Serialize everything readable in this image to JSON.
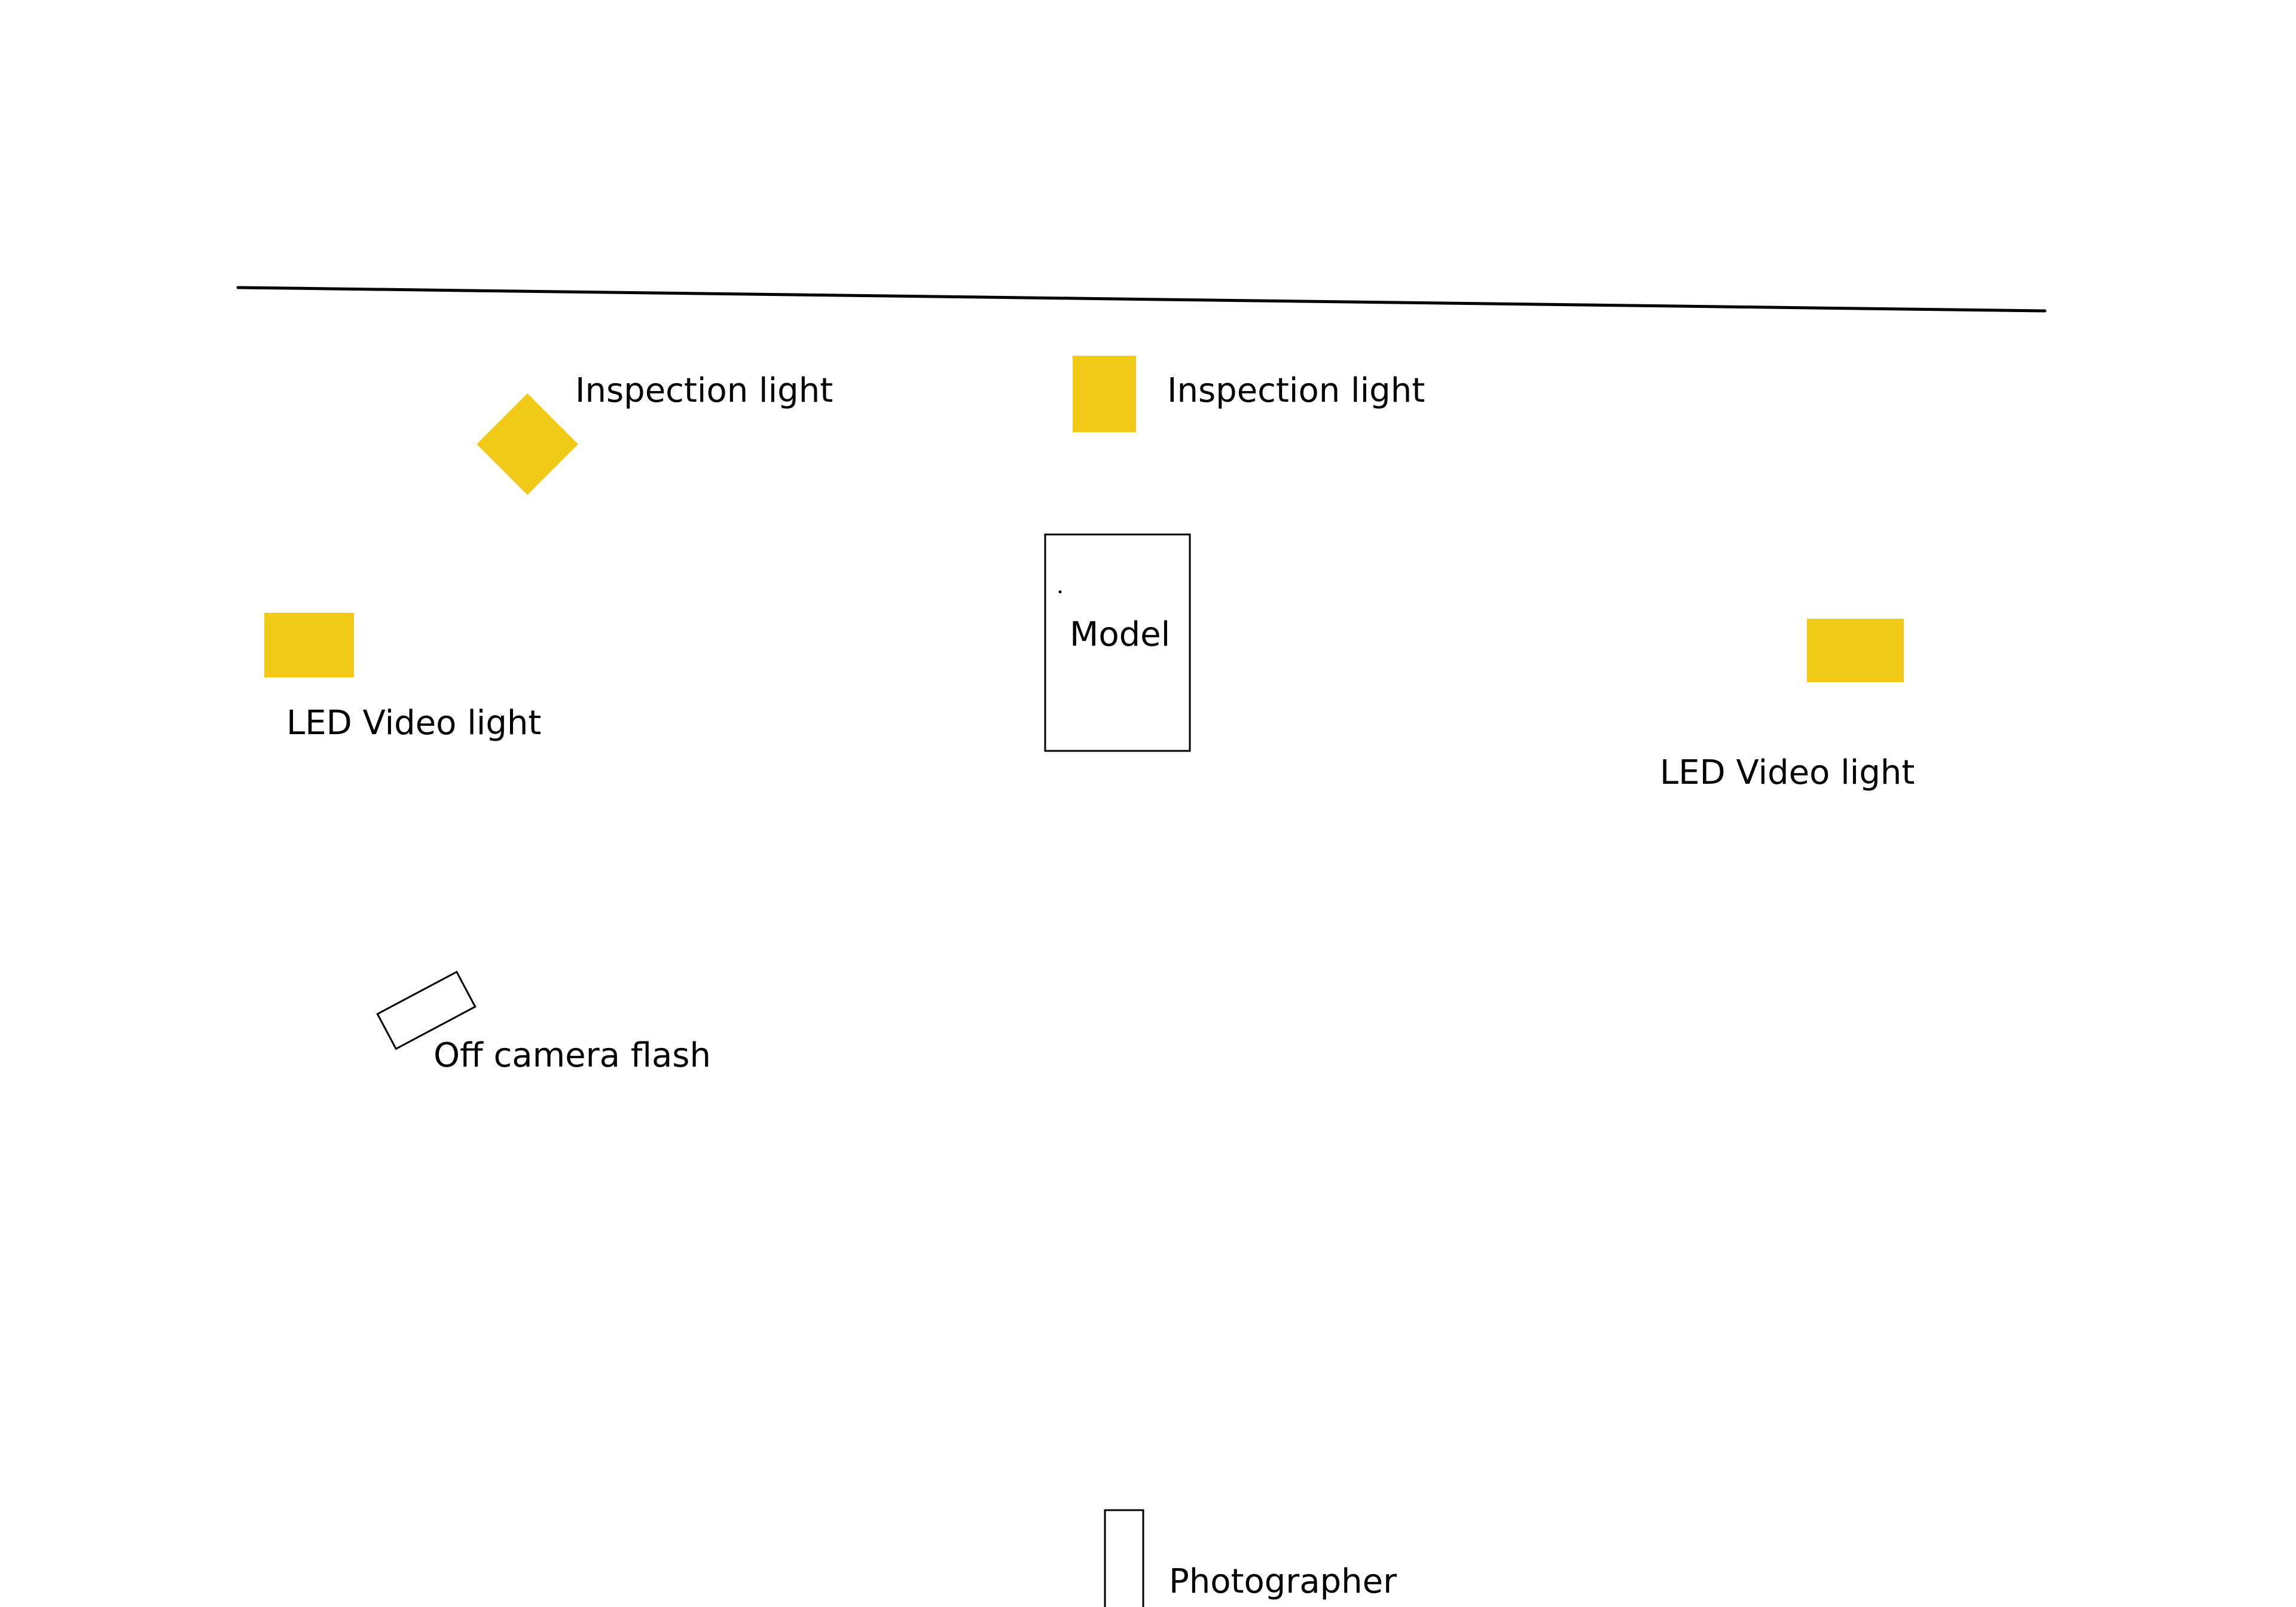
{
  "colors": {
    "background": "#ffffff",
    "light_fill": "#f1c917",
    "outline": "#000000"
  },
  "labels": {
    "inspection_light_left": "Inspection light",
    "inspection_light_center": "Inspection light",
    "led_video_light_left": "LED Video light",
    "led_video_light_right": "LED Video light",
    "model": "Model",
    "off_camera_flash": "Off camera flash",
    "photographer": "Photographer"
  }
}
